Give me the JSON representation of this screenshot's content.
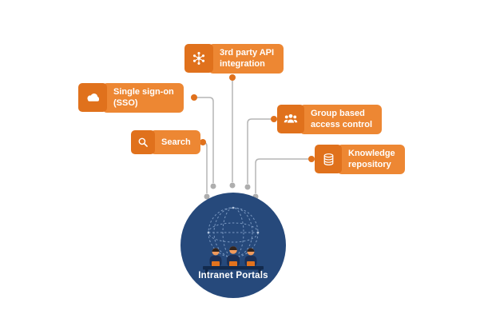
{
  "diagram": {
    "title": "Intranet Portals",
    "features": [
      {
        "label": "3rd party API\nintegration",
        "icon": "api-network-icon"
      },
      {
        "label": "Single sign-on\n(SSO)",
        "icon": "cloud-icon"
      },
      {
        "label": "Group based\naccess control",
        "icon": "group-icon"
      },
      {
        "label": "Search",
        "icon": "search-icon"
      },
      {
        "label": "Knowledge\nrepository",
        "icon": "database-icon"
      }
    ],
    "colors": {
      "label_background": "#ED8733",
      "icon_background": "#E0711C",
      "hub_background": "#26497B",
      "connector_line": "#B5B5B5",
      "connector_dot_orange": "#E0711C",
      "connector_dot_gray": "#AEAEAE",
      "label_text": "#FFFFFF"
    }
  }
}
